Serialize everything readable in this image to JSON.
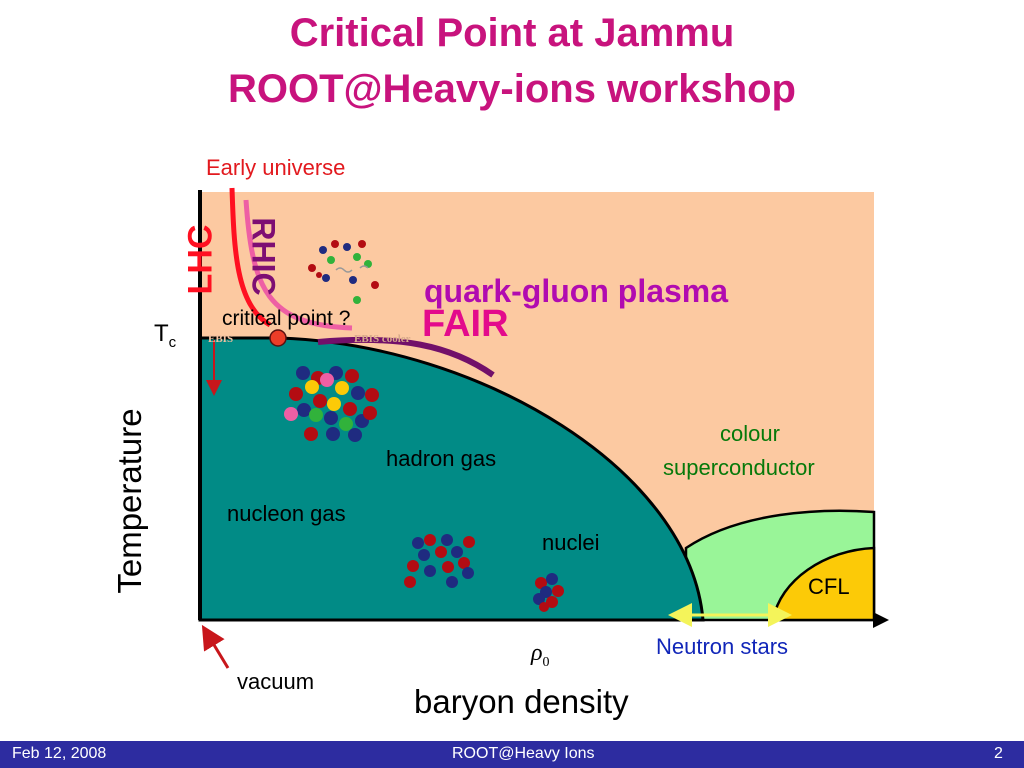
{
  "slide": {
    "title_line1": "Critical Point at Jammu",
    "title_line2": "ROOT@Heavy-ions workshop"
  },
  "diagram": {
    "labels": {
      "early_universe": "Early universe",
      "lhc": "LHC",
      "rhic": "RHIC",
      "qgp": "quark-gluon plasma",
      "fair": "FAIR",
      "critical_point": "critical point ?",
      "tc_main": "T",
      "tc_sub": "c",
      "ebis_left": "EBIS",
      "ebis_right": "EBIS  cooler",
      "temperature": "Temperature",
      "hadron_gas": "hadron gas",
      "nucleon_gas": "nucleon gas",
      "nuclei": "nuclei",
      "colour_line1": "colour",
      "colour_line2": "superconductor",
      "cfl": "CFL",
      "rho_symbol": "ρ",
      "rho_sub": "0",
      "neutron_stars": "Neutron stars",
      "vacuum": "vacuum",
      "baryon_density": "baryon density"
    },
    "colors": {
      "qgp_region": "#fcc9a1",
      "hadron_region": "#018b86",
      "superconductor_region": "#99f598",
      "cfl_region": "#fcca07",
      "title": "#c8137d",
      "qgp_text": "#b10bb0",
      "fair_text": "#e30a8c",
      "lhc_text": "#ff1021",
      "rhic_text": "#7e0e73",
      "early_universe_text": "#e2191e",
      "neutron_stars_text": "#1126b9"
    }
  },
  "footer": {
    "date": "Feb 12, 2008",
    "center": "ROOT@Heavy Ions",
    "page": "2",
    "background": "#2d2ca0"
  }
}
